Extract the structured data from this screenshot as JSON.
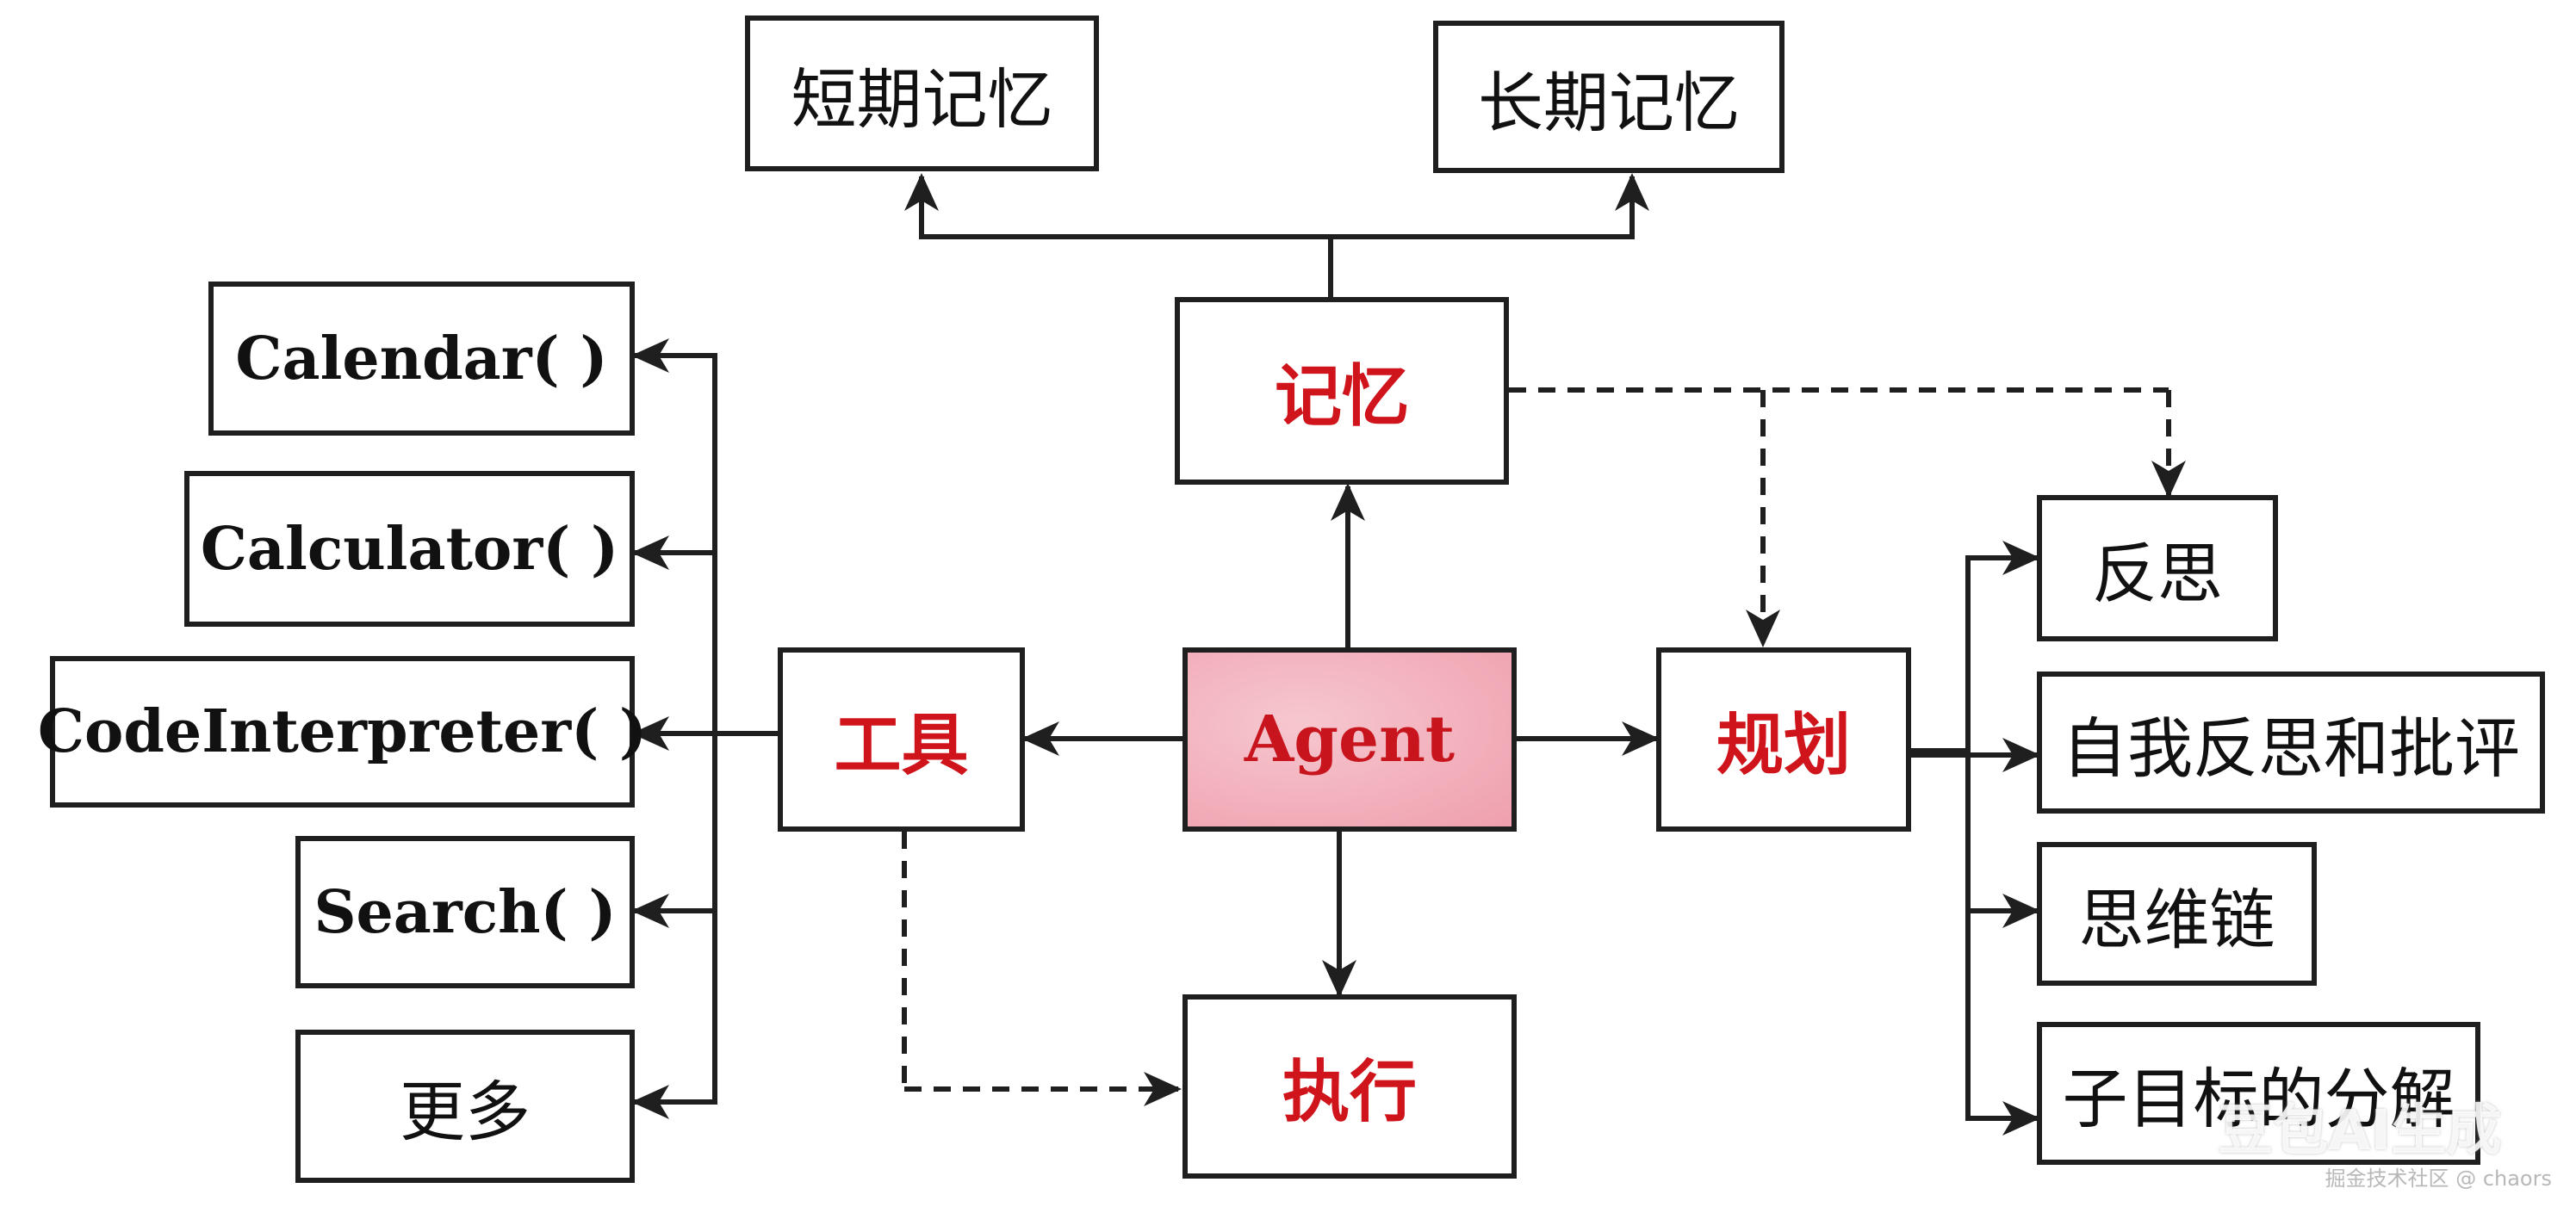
{
  "nodes": {
    "short_term_memory": "短期记忆",
    "long_term_memory": "长期记忆",
    "memory": "记忆",
    "calendar": "Calendar( )",
    "calculator": "Calculator( )",
    "code_interpreter": "CodeInterpreter( )",
    "search": "Search( )",
    "more": "更多",
    "tools": "工具",
    "agent": "Agent",
    "planning": "规划",
    "action": "执行",
    "reflection": "反思",
    "self_critique": "自我反思和批评",
    "chain_of_thought": "思维链",
    "subgoal_decomposition": "子目标的分解"
  },
  "watermark": {
    "overlay": "豆包AI生成",
    "credit": "掘金技术社区 @ chaors"
  },
  "colors": {
    "core_text": "#d0141c",
    "agent_fill": "#f3b5c0",
    "line": "#1f1f1f"
  }
}
